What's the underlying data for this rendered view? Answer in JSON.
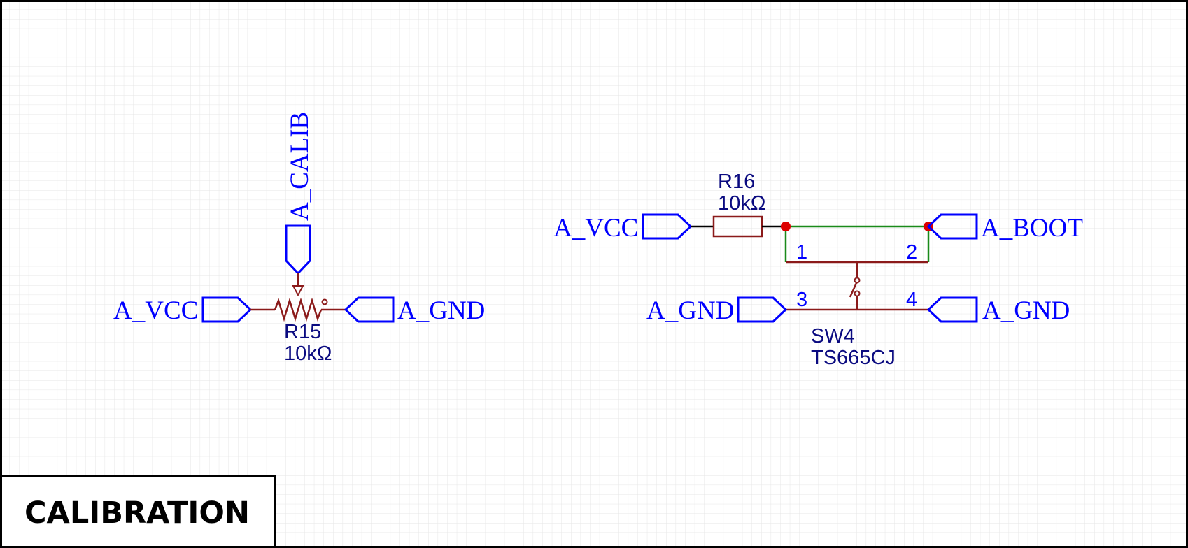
{
  "sheet": {
    "title": "CALIBRATION"
  },
  "colors": {
    "grid": "#e8e8e8",
    "border": "#000000",
    "net_label": "#0000ff",
    "component": "#8b1a1a",
    "wire_green": "#1a8a1a",
    "wire_black": "#000000",
    "junction": "#dd0000",
    "ref_text": "#0a0a80"
  },
  "potentiometer": {
    "ref": "R15",
    "value": "10kΩ",
    "left_net": "A_VCC",
    "right_net": "A_GND",
    "wiper_net": "A_CALIB"
  },
  "resistor": {
    "ref": "R16",
    "value": "10kΩ",
    "left_net": "A_VCC",
    "right_net": "A_BOOT"
  },
  "switch": {
    "ref": "SW4",
    "value": "TS665CJ",
    "left_net": "A_GND",
    "right_net": "A_GND",
    "pins": [
      "1",
      "2",
      "3",
      "4"
    ]
  }
}
